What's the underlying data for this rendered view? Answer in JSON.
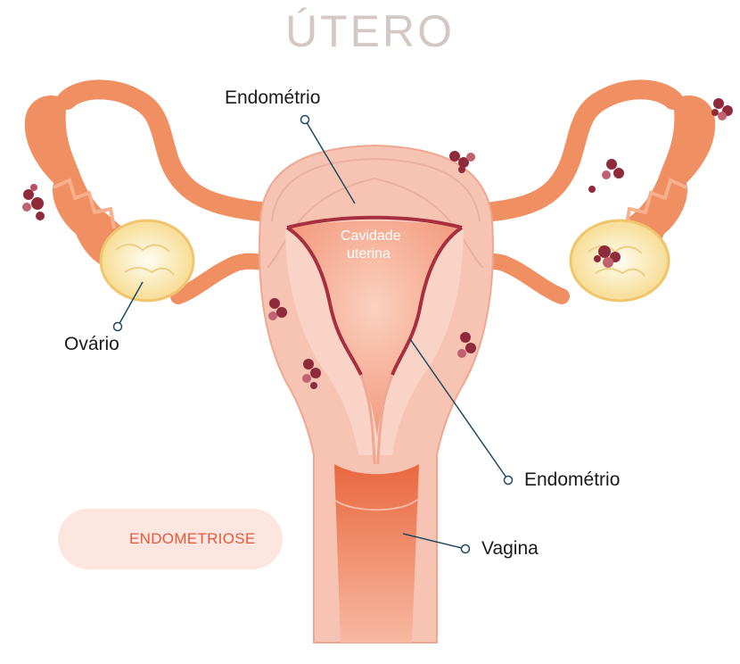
{
  "title": "ÚTERO",
  "labels": {
    "endometrio_top": "Endométrio",
    "cavidade_line1": "Cavidade",
    "cavidade_line2": "uterina",
    "ovario": "Ovário",
    "endometrio_right": "Endométrio",
    "vagina": "Vagina"
  },
  "legend": {
    "label": "ENDOMETRIOSE"
  },
  "colors": {
    "title": "#d4c8c5",
    "tube": "#ef8f62",
    "uterus_outer": "#f7c3b3",
    "myometrium": "#f9d3c6",
    "cavity": "#f79f82",
    "endometrium_line": "#a8303e",
    "ovary": "#fbe7a8",
    "lesion": "#8e2a3a",
    "legend_bg": "#fde6e0",
    "legend_text": "#e5583a",
    "leader": "#1f4a63"
  }
}
